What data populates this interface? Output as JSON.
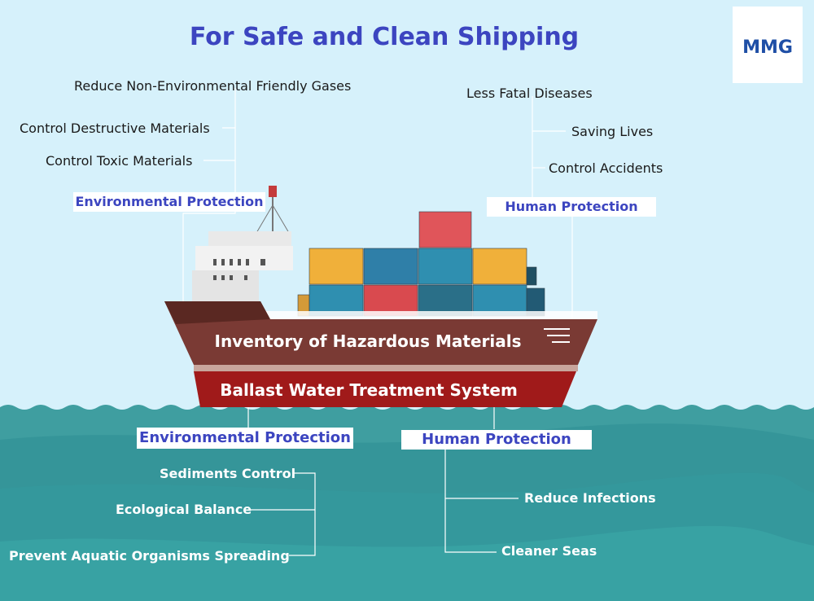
{
  "title": "For Safe and Clean Shipping",
  "logo": {
    "text": "MMG"
  },
  "ship": {
    "upper_label": "Inventory of Hazardous Materials",
    "lower_label": "Ballast Water Treatment System"
  },
  "top_left": {
    "heading": "Environmental Protection",
    "items": [
      "Reduce Non-Environmental Friendly Gases",
      "Control Destructive Materials",
      "Control Toxic Materials"
    ]
  },
  "top_right": {
    "heading": "Human Protection",
    "items": [
      "Less Fatal Diseases",
      "Saving Lives",
      "Control Accidents"
    ]
  },
  "bottom_left": {
    "heading": "Environmental Protection",
    "items": [
      "Sediments Control",
      "Ecological Balance",
      "Prevent Aquatic Organisms Spreading"
    ]
  },
  "bottom_right": {
    "heading": "Human Protection",
    "items": [
      "Reduce Infections",
      "Cleaner Seas"
    ]
  },
  "colors": {
    "title": "#3c45c0",
    "sky": "#d6f1fb",
    "sea": "#3f9ea0",
    "hull_upper": "#7a3a34",
    "hull_lower": "#a01a1a"
  }
}
